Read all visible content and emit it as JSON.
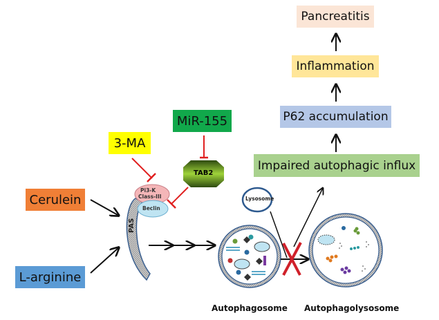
{
  "diagram": {
    "inducers": [
      {
        "id": "cerulein",
        "label": "Cerulein",
        "color": "#f07f36"
      },
      {
        "id": "l-arginine",
        "label": "L-arginine",
        "color": "#5b9bd5"
      }
    ],
    "inhibitors": [
      {
        "id": "3-ma",
        "label": "3-MA",
        "color": "#ffff00"
      },
      {
        "id": "mir-155",
        "label": "MiR-155",
        "color": "#11a84b"
      }
    ],
    "tab2": {
      "label": "TAB2"
    },
    "complex": {
      "pi3k_line1": "Pi3-K",
      "pi3k_line2": "Class-III",
      "beclin": "Beclin"
    },
    "pas": {
      "label": "PAS"
    },
    "lysosome": {
      "label": "Lysosome"
    },
    "vesicles": {
      "autophagosome": "Autophagosome",
      "autophagolysosome": "Autophagolysosome"
    },
    "outcome_chain": [
      {
        "id": "impaired",
        "label": "Impaired autophagic influx",
        "color": "#a9d18e"
      },
      {
        "id": "p62",
        "label": "P62 accumulation",
        "color": "#b4c7e7"
      },
      {
        "id": "inflammation",
        "label": "Inflammation",
        "color": "#ffe699"
      },
      {
        "id": "pancreatitis",
        "label": "Pancreatitis",
        "color": "#fbe5d6"
      }
    ],
    "colors": {
      "inhibit": "#e02020",
      "block_x": "#d0202a",
      "membrane": "#3a5f8f"
    }
  }
}
